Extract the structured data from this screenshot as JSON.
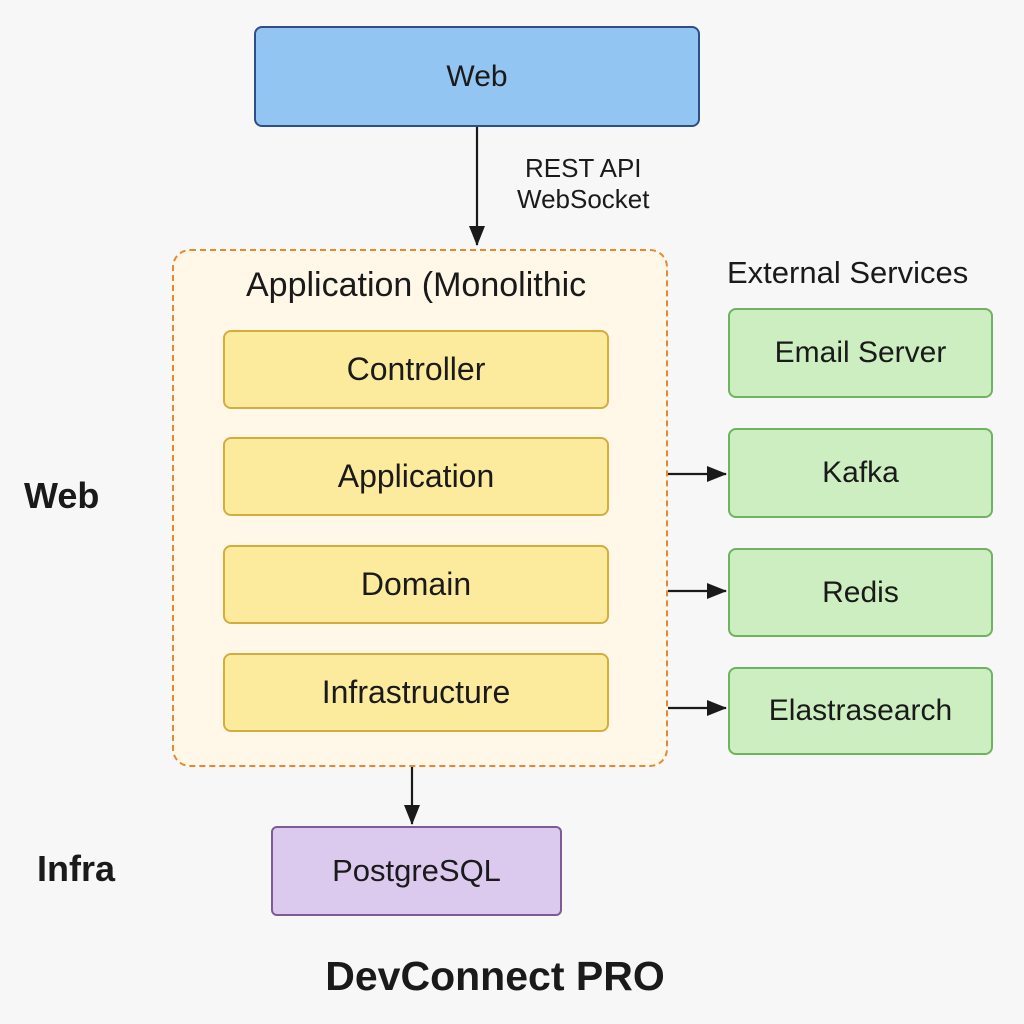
{
  "web_client": {
    "label": "Web"
  },
  "protocols": [
    "REST API",
    "WebSocket"
  ],
  "application": {
    "title": "Application (Monolithic",
    "layers": [
      "Controller",
      "Application",
      "Domain",
      "Infrastructure"
    ]
  },
  "external": {
    "title": "External Services",
    "services": [
      "Email Server",
      "Kafka",
      "Redis",
      "Elastrasearch"
    ]
  },
  "database": {
    "label": "PostgreSQL"
  },
  "side_labels": {
    "web": "Web",
    "infra": "Infra"
  },
  "footer": {
    "title": "DevConnect PRO"
  },
  "colors": {
    "web_fill": "#93c5f3",
    "layer_fill": "#fdeb9d",
    "external_fill": "#cdeec0",
    "database_fill": "#dcc9ee",
    "container_border": "#e8872f"
  }
}
